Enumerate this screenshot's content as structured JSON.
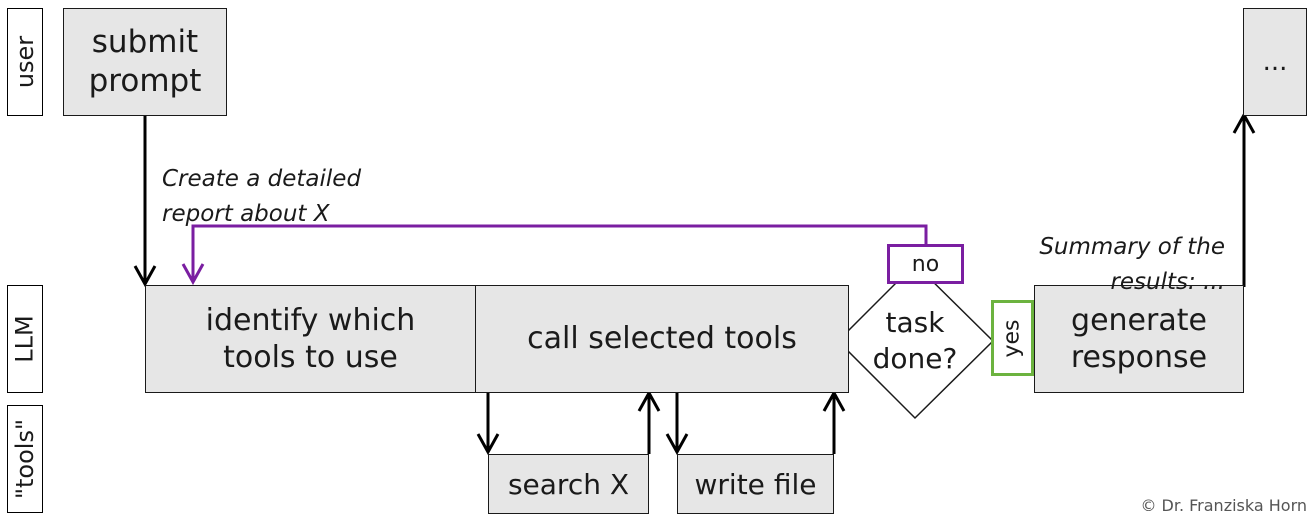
{
  "lanes": {
    "user": "user",
    "llm": "LLM",
    "tools": "\"tools\""
  },
  "steps": {
    "submit": "submit\nprompt",
    "identify": "identify which\ntools to use",
    "call": "call selected tools",
    "decision": "task\ndone?",
    "generate": "generate\nresponse",
    "next": "...",
    "search": "search X",
    "write": "write file"
  },
  "branches": {
    "no": "no",
    "yes": "yes"
  },
  "notes": {
    "prompt": "Create a detailed\nreport about X",
    "summary": "Summary of the\nresults: ..."
  },
  "copyright": "© Dr. Franziska Horn",
  "colors": {
    "loop": "#7a1ea1",
    "yes": "#6cb33f",
    "box": "#e6e6e6"
  }
}
